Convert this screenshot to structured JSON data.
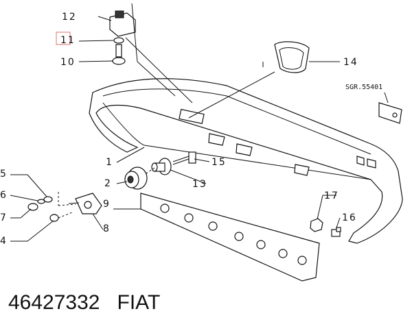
{
  "labels": {
    "l12": "12",
    "l11": "11",
    "l10": "10",
    "l14": "14",
    "sgr": "SGR.55401",
    "l1": "1",
    "l15": "15",
    "l2": "2",
    "l13": "13",
    "l9": "9",
    "l8": "8",
    "l5": "5",
    "l6": "6",
    "l7": "7",
    "l4": "4",
    "l17": "17",
    "l16": "16"
  },
  "caption": {
    "part_number": "46427332",
    "brand": "FIAT"
  },
  "colors": {
    "line": "#111111",
    "highlight": "#e07070",
    "background": "#ffffff"
  }
}
